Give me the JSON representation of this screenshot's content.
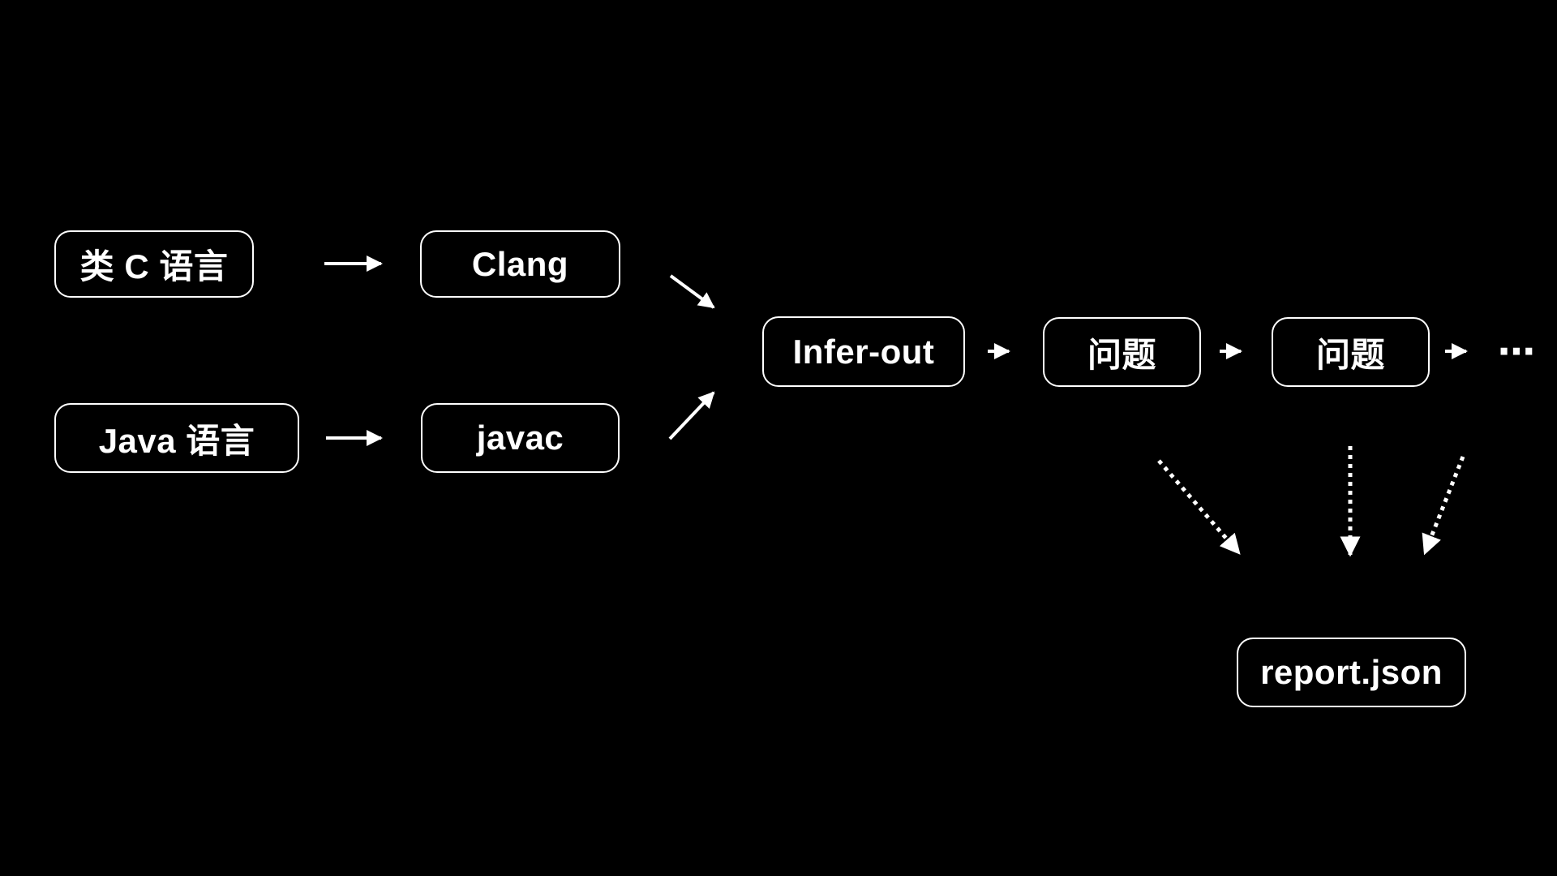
{
  "diagram": {
    "title_hint": "Infer static analysis pipeline flowchart",
    "background_color": "#000000",
    "stroke_color": "#ffffff",
    "nodes": [
      {
        "id": "c-like-language",
        "label": "类 C 语言"
      },
      {
        "id": "clang",
        "label": "Clang"
      },
      {
        "id": "java-language",
        "label": "Java 语言"
      },
      {
        "id": "javac",
        "label": "javac"
      },
      {
        "id": "infer-out",
        "label": "Infer-out"
      },
      {
        "id": "issue-1",
        "label": "问题"
      },
      {
        "id": "issue-2",
        "label": "问题"
      },
      {
        "id": "report-json",
        "label": "report.json"
      }
    ],
    "ellipsis": "⋯",
    "edges": [
      {
        "from": "c-like-language",
        "to": "clang",
        "style": "solid"
      },
      {
        "from": "java-language",
        "to": "javac",
        "style": "solid"
      },
      {
        "from": "clang",
        "to": "infer-out",
        "style": "solid"
      },
      {
        "from": "javac",
        "to": "infer-out",
        "style": "solid"
      },
      {
        "from": "infer-out",
        "to": "issue-1",
        "style": "solid"
      },
      {
        "from": "issue-1",
        "to": "issue-2",
        "style": "solid"
      },
      {
        "from": "issue-2",
        "to": "ellipsis",
        "style": "solid"
      },
      {
        "from": "issue-1",
        "to": "report-json",
        "style": "dotted"
      },
      {
        "from": "issue-2",
        "to": "report-json",
        "style": "dotted"
      },
      {
        "from": "ellipsis",
        "to": "report-json",
        "style": "dotted"
      }
    ]
  }
}
